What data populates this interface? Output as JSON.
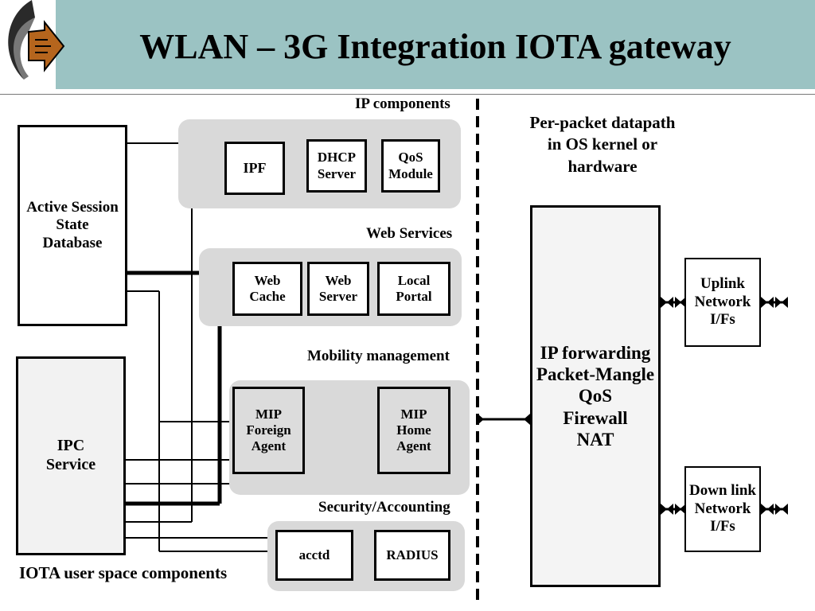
{
  "title": "WLAN – 3G Integration IOTA gateway",
  "colors": {
    "title_bar": "#9bc3c3",
    "group_fill": "#d9d9d9"
  },
  "icons": {
    "logo": "curved-arrow-logo-icon"
  },
  "groups": {
    "ip_components": "IP components",
    "web_services": "Web Services",
    "mobility": "Mobility management",
    "security": "Security/Accounting"
  },
  "boxes": {
    "active_session": "Active Session\nState\nDatabase",
    "ipc_service": "IPC\nService",
    "ipf": "IPF",
    "dhcp": "DHCP\nServer",
    "qos_module": "QoS\nModule",
    "web_cache": "Web\nCache",
    "web_server": "Web\nServer",
    "local_portal": "Local\nPortal",
    "mip_foreign": "MIP\nForeign\nAgent",
    "mip_home": "MIP\nHome\nAgent",
    "acctd": "acctd",
    "radius": "RADIUS",
    "ip_forwarding": "IP forwarding\nPacket-Mangle\nQoS\nFirewall\nNAT",
    "uplink": "Uplink\nNetwork\nI/Fs",
    "downlink": "Down link\nNetwork\nI/Fs"
  },
  "labels": {
    "per_packet": "Per-packet datapath\nin OS kernel or\nhardware",
    "user_space": "IOTA  user space components"
  }
}
